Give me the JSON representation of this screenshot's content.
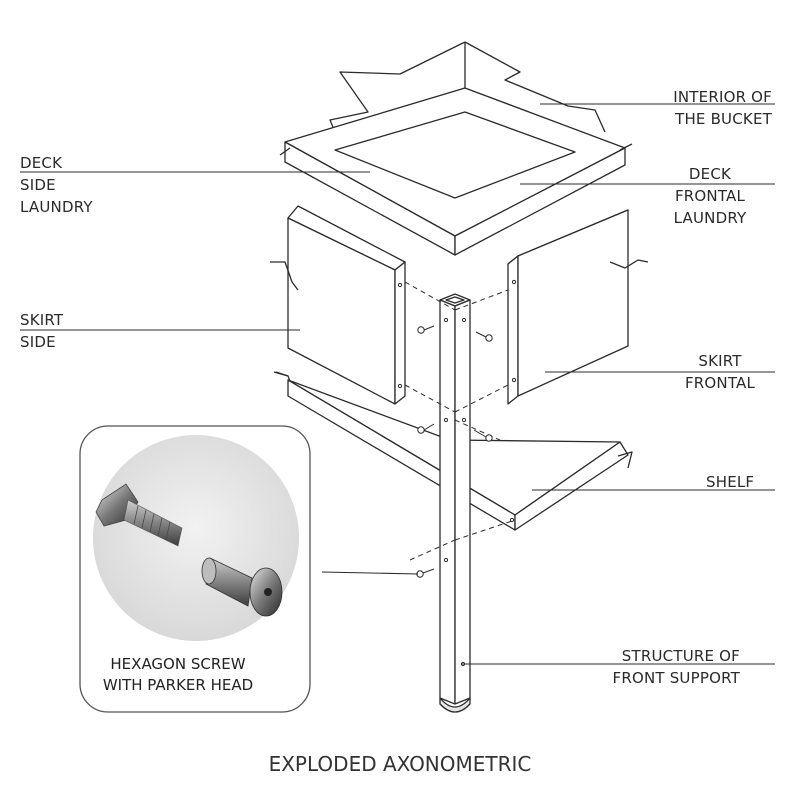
{
  "title": "EXPLODED AXONOMETRIC",
  "labels": {
    "interior_bucket": [
      "INTERIOR OF",
      "THE BUCKET"
    ],
    "deck_side": [
      "DECK",
      "SIDE",
      "LAUNDRY"
    ],
    "deck_frontal": [
      "DECK",
      "FRONTAL",
      "LAUNDRY"
    ],
    "skirt_side": [
      "SKIRT",
      "SIDE"
    ],
    "skirt_frontal": [
      "SKIRT",
      "FRONTAL"
    ],
    "shelf": "SHELF",
    "front_support": [
      "STRUCTURE OF",
      "FRONT SUPPORT"
    ]
  },
  "inset": {
    "caption": [
      "HEXAGON SCREW",
      "WITH PARKER HEAD"
    ],
    "icon": "hexagon-screw-photo"
  },
  "colors": {
    "line": "#2b2b2b",
    "text": "#2a2a2a",
    "inset_border": "#555555"
  }
}
